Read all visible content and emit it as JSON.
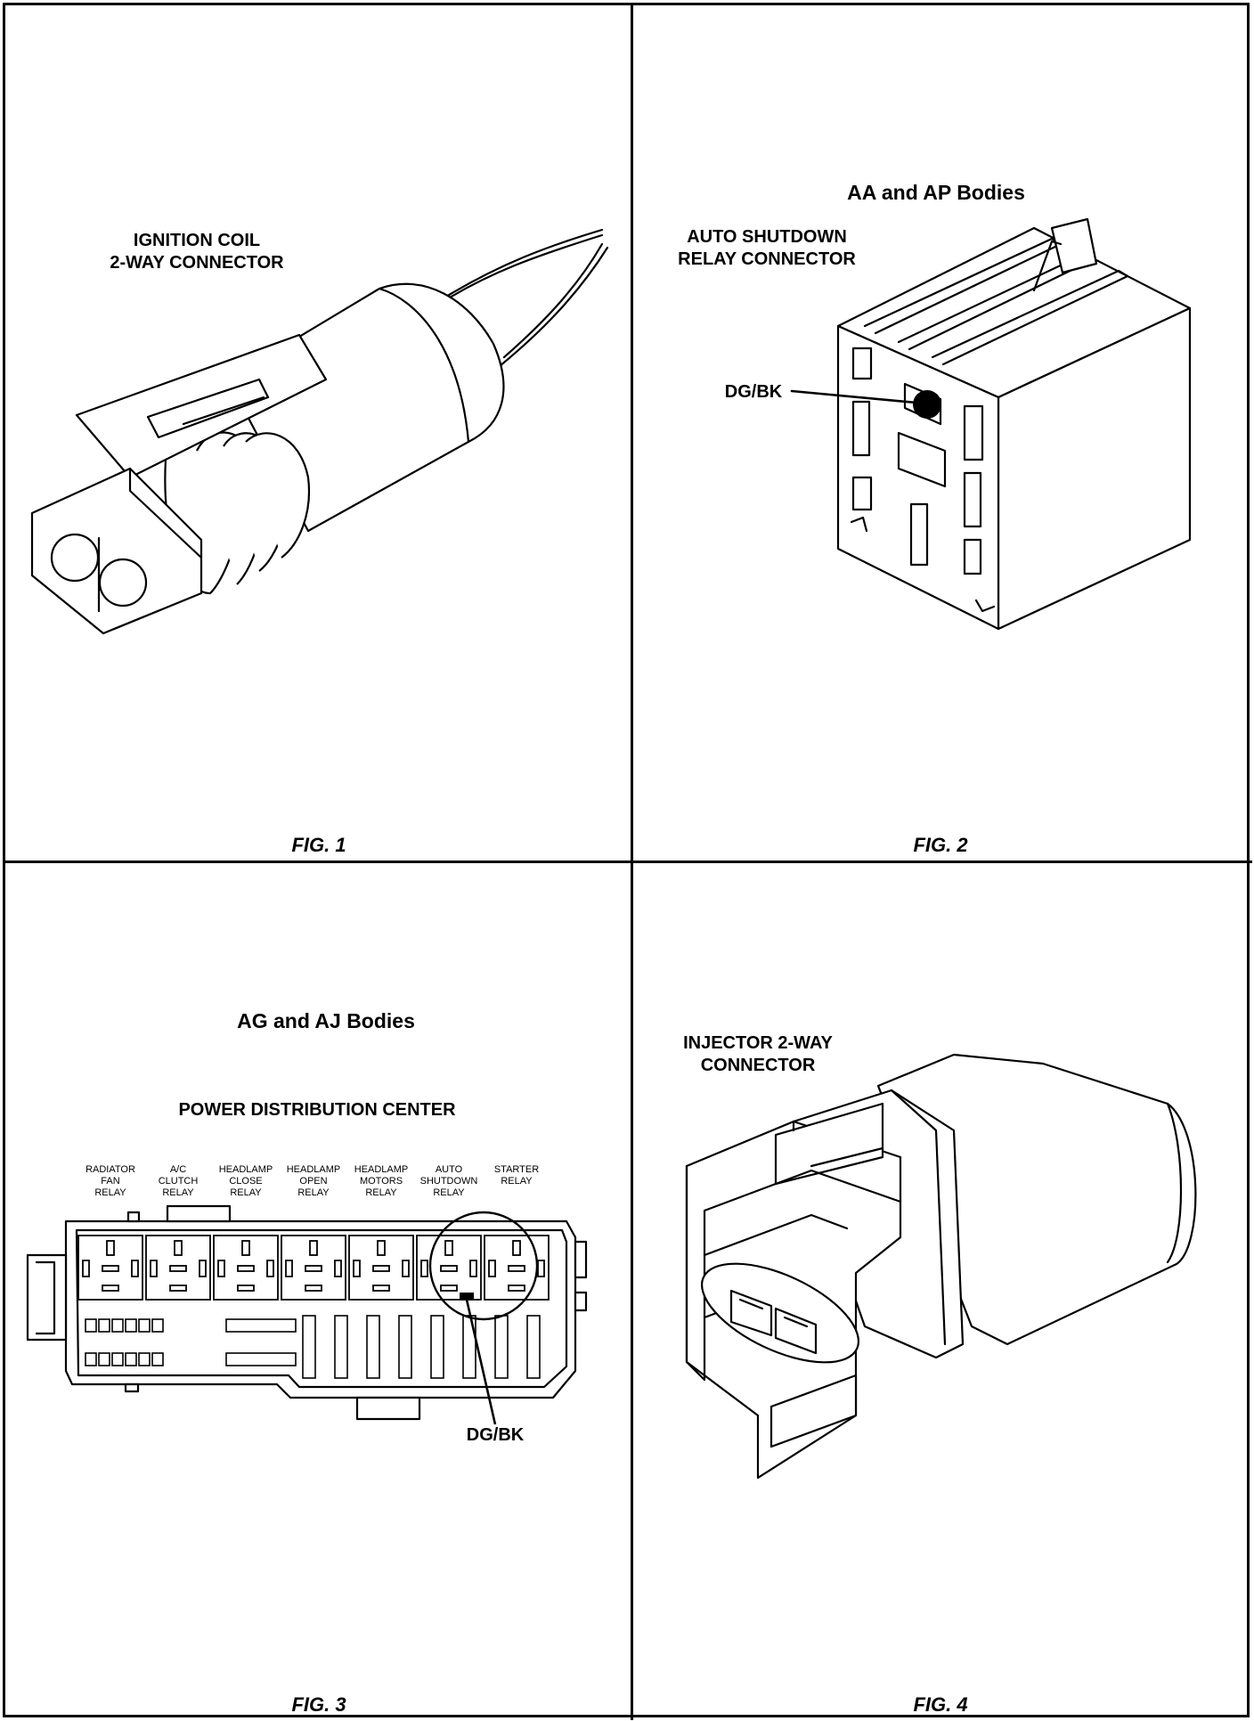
{
  "fig1": {
    "label_line1": "IGNITION COIL",
    "label_line2": "2-WAY CONNECTOR",
    "caption": "FIG. 1"
  },
  "fig2": {
    "title": "AA and AP Bodies",
    "label_line1": "AUTO SHUTDOWN",
    "label_line2": "RELAY CONNECTOR",
    "wire_label": "DG/BK",
    "caption": "FIG. 2"
  },
  "fig3": {
    "title": "AG and AJ Bodies",
    "subtitle": "POWER DISTRIBUTION CENTER",
    "relays": [
      {
        "l1": "RADIATOR",
        "l2": "FAN",
        "l3": "RELAY"
      },
      {
        "l1": "A/C",
        "l2": "CLUTCH",
        "l3": "RELAY"
      },
      {
        "l1": "HEADLAMP",
        "l2": "CLOSE",
        "l3": "RELAY"
      },
      {
        "l1": "HEADLAMP",
        "l2": "OPEN",
        "l3": "RELAY"
      },
      {
        "l1": "HEADLAMP",
        "l2": "MOTORS",
        "l3": "RELAY"
      },
      {
        "l1": "AUTO",
        "l2": "SHUTDOWN",
        "l3": "RELAY"
      },
      {
        "l1": "STARTER",
        "l2": "RELAY",
        "l3": ""
      }
    ],
    "wire_label": "DG/BK",
    "caption": "FIG. 3"
  },
  "fig4": {
    "label_line1": "INJECTOR 2-WAY",
    "label_line2": "CONNECTOR",
    "caption": "FIG. 4"
  }
}
